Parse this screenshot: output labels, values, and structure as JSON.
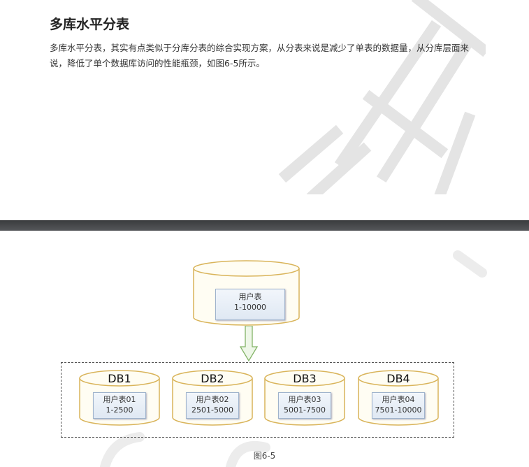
{
  "section": {
    "title": "多库水平分表",
    "paragraph": "多库水平分表，其实有点类似于分库分表的综合实现方案，从分表来说是减少了单表的数据量，从分库层面来说，降低了单个数据库访问的性能瓶颈，如图6-5所示。"
  },
  "figure": {
    "source": {
      "table": "用户表",
      "range": "1-10000"
    },
    "databases": [
      {
        "name": "DB1",
        "table": "用户表01",
        "range": "1-2500"
      },
      {
        "name": "DB2",
        "table": "用户表02",
        "range": "2501-5000"
      },
      {
        "name": "DB3",
        "table": "用户表03",
        "range": "5001-7500"
      },
      {
        "name": "DB4",
        "table": "用户表04",
        "range": "7501-10000"
      }
    ],
    "caption": "图6-5",
    "colors": {
      "cylinder_stroke": "#d9b45a",
      "cylinder_fill": "#fffdf3",
      "arrow": "#82b366"
    }
  }
}
